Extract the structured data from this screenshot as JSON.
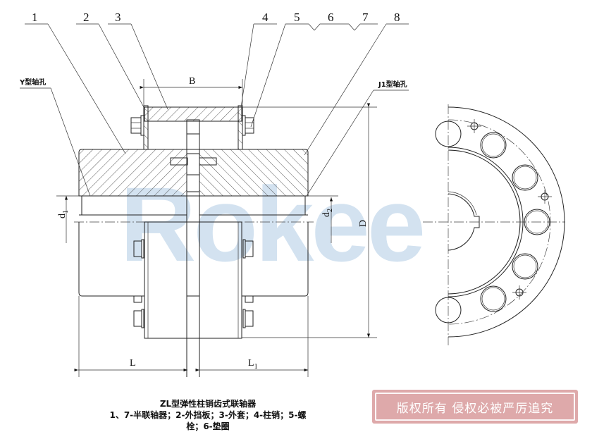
{
  "drawing": {
    "title": "ZL型弹性柱销齿式联轴器",
    "legend_line1": "1、7-半联轴器；2-外挡板；3-外套；4-柱销；5-螺",
    "legend_line2": "栓；6-垫圈",
    "part_numbers": [
      "1",
      "2",
      "3",
      "4",
      "5",
      "6",
      "7",
      "8"
    ],
    "bore_labels": {
      "left": "Y型轴孔",
      "right": "J1型轴孔"
    },
    "dimensions": {
      "B": "B",
      "D": "D",
      "d1": "d",
      "d1_sub": "1",
      "d2": "d",
      "d2_sub": "2",
      "L": "L",
      "L1": "L",
      "L1_sub": "1"
    }
  },
  "watermark": {
    "text": "Rokee",
    "color": "#c9dced",
    "accent_color": "#f5c9a0"
  },
  "copyright_stamp": {
    "text": "版权所有 侵权必被严厉追究",
    "background": "#dea9aa"
  }
}
